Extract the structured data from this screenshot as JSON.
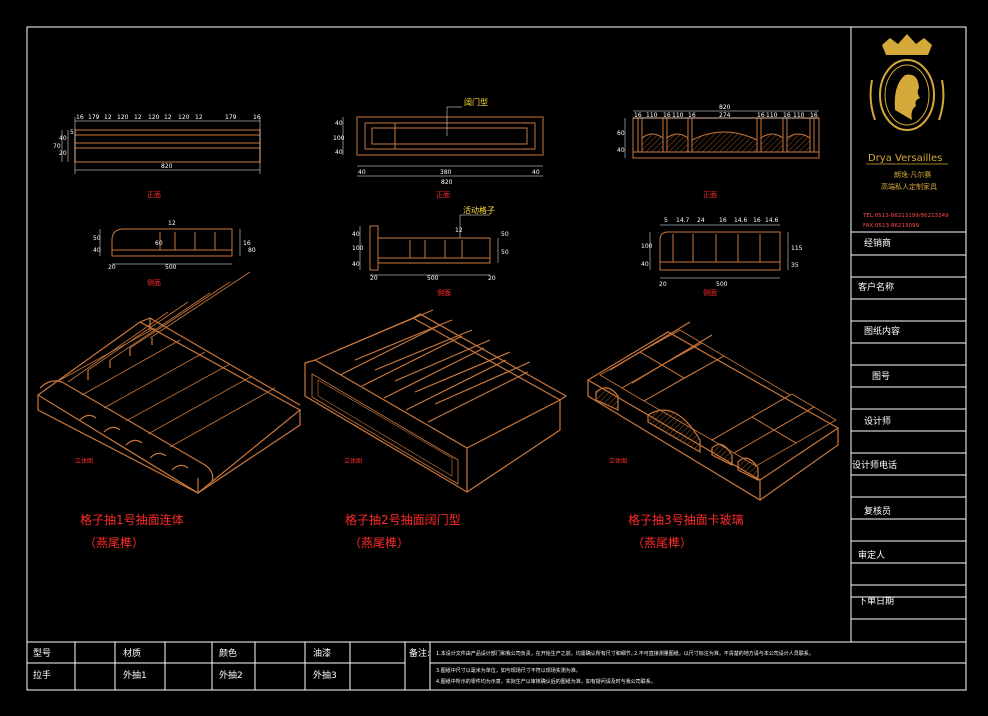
{
  "colors": {
    "background": "#000000",
    "frame": "#ffffff",
    "drawing": "#c9773a",
    "dimension": "#ffffff",
    "label_red": "#ff2a2a",
    "label_yellow": "#ffe135",
    "logo_gold": "#d4a93a"
  },
  "views": {
    "front_label": "正面",
    "side_label": "侧面",
    "iso_label": "立体图",
    "door_callout": "阔门型",
    "movable_callout": "活动格子"
  },
  "drawer1": {
    "title": "格子抽1号抽面连体",
    "subtitle": "（燕尾榫）",
    "front_dims": [
      "16",
      "179",
      "12",
      "120",
      "12",
      "120",
      "12",
      "120",
      "12",
      "179",
      "16"
    ],
    "front_total": "820",
    "front_heights": [
      "5",
      "20",
      "40",
      "70"
    ],
    "side_dims": [
      "12",
      "500",
      "20",
      "16",
      "50",
      "40",
      "60",
      "80"
    ]
  },
  "drawer2": {
    "title": "格子抽2号抽面阔门型",
    "subtitle": "（燕尾榫）",
    "front_dims": [
      "40",
      "380",
      "40"
    ],
    "front_total": "820",
    "front_heights": [
      "40",
      "100",
      "40"
    ],
    "side_dims": [
      "12",
      "500",
      "20",
      "50",
      "40",
      "100",
      "40",
      "50",
      "20"
    ]
  },
  "drawer3": {
    "title": "格子抽3号抽面卡玻璃",
    "subtitle": "（燕尾榫）",
    "front_dims": [
      "16",
      "110",
      "16",
      "110",
      "16",
      "274",
      "16",
      "110",
      "16",
      "110",
      "16"
    ],
    "front_total": "820",
    "front_heights": [
      "60",
      "40"
    ],
    "side_dims": [
      "5",
      "14.7",
      "24",
      "16",
      "14.6",
      "16",
      "14.6",
      "500",
      "20",
      "40",
      "100",
      "115",
      "35"
    ]
  },
  "logo": {
    "brand": "Drya Versailles",
    "cn_name": "朗逸·凡尔赛",
    "slogan": "高端私人定制家具",
    "tel": "TEL:0513-86213199/86213249",
    "fax": "FAX:0513-86213099"
  },
  "title_block": [
    "经销商",
    "客户名称",
    "图纸内容",
    "图号",
    "设计师",
    "设计师电话",
    "复核员",
    "审定人",
    "下单日期"
  ],
  "bottom_table": {
    "row1": [
      "型号",
      "",
      "材质",
      "",
      "颜色",
      "",
      "油漆",
      ""
    ],
    "row2": [
      "拉手",
      "",
      "外抽1",
      "",
      "外抽2",
      "",
      "外抽3",
      ""
    ]
  },
  "notes": {
    "label": "备注:",
    "line1": "1.本设计文件由产品设计部门和我公司负责，在开始生产之前，均需确认所有尺寸和细节。",
    "line1b": "2.不可直接测量图纸，以尺寸标注为准，不清楚的地方请与本公司设计人员联系。",
    "line2": "3.图纸中尺寸以毫米为单位，如与现场尺寸不符以现场实测为准。",
    "line3": "4.图纸中所示的零件均为示意，实际生产以审核确认后的图纸为准，如有疑问请及时与我公司联系。"
  }
}
